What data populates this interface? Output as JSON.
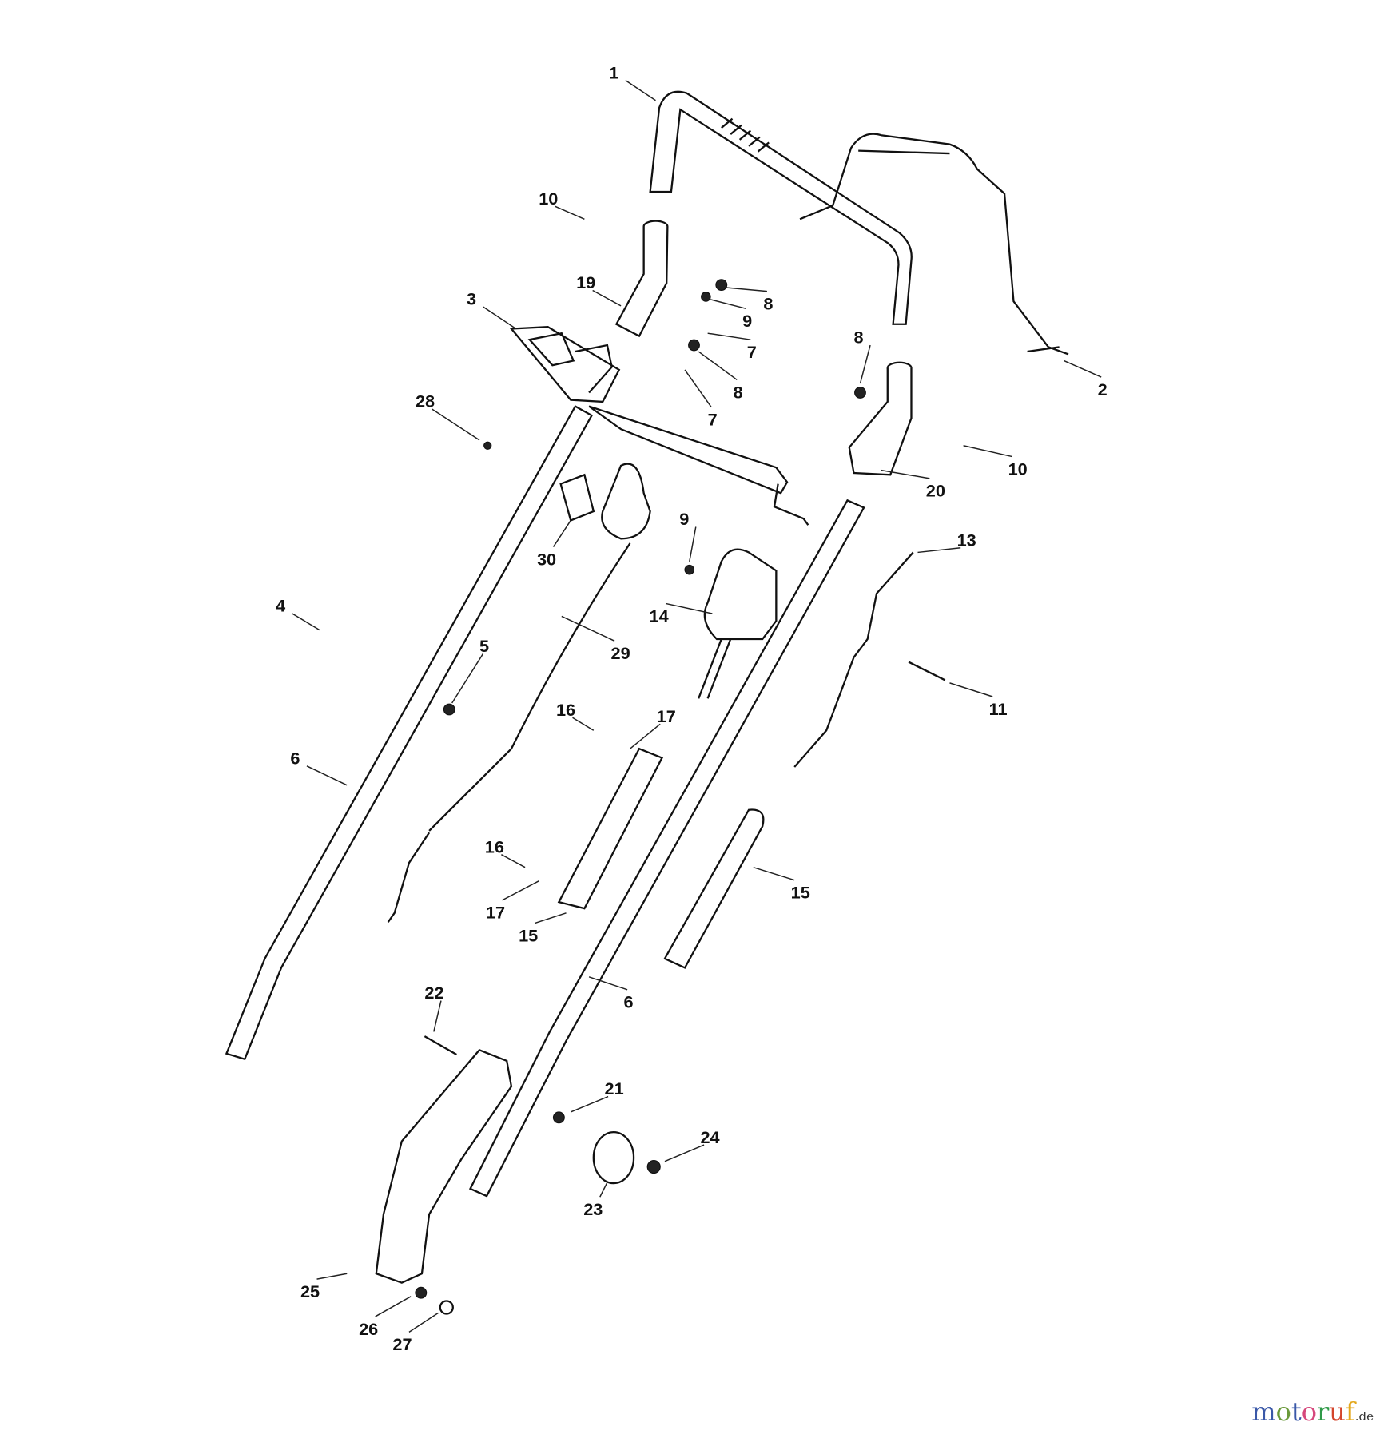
{
  "diagram": {
    "labels": [
      "1",
      "2",
      "3",
      "4",
      "5",
      "6",
      "6",
      "7",
      "7",
      "8",
      "8",
      "8",
      "9",
      "9",
      "10",
      "10",
      "11",
      "13",
      "14",
      "15",
      "15",
      "16",
      "16",
      "17",
      "17",
      "19",
      "20",
      "21",
      "22",
      "23",
      "24",
      "25",
      "26",
      "27",
      "28",
      "29",
      "30"
    ]
  },
  "logo": {
    "text": "motoruf",
    "suffix": ".de",
    "colors": [
      "#3a58a8",
      "#6b9a3a",
      "#3a58a8",
      "#d6487c",
      "#2f9a48",
      "#d4452c",
      "#e4a81c"
    ]
  }
}
